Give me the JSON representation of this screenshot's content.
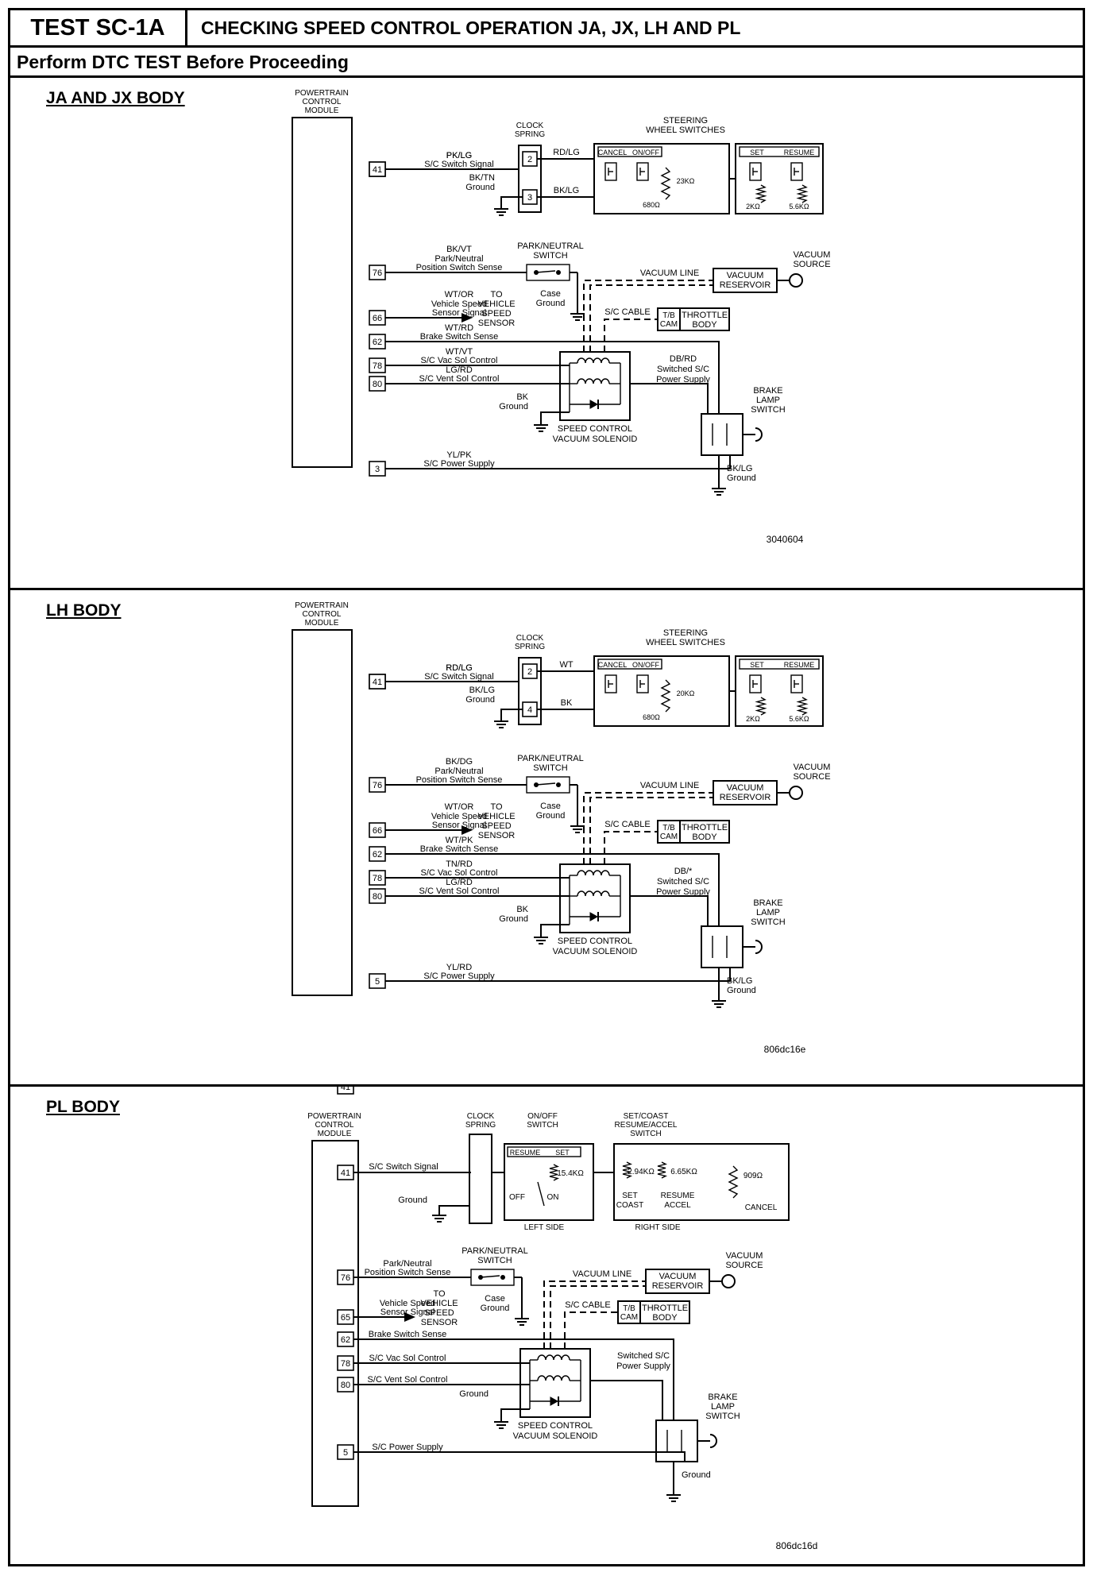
{
  "header": {
    "test_id": "TEST SC-1A",
    "title": "CHECKING SPEED CONTROL OPERATION JA, JX, LH AND PL",
    "instruction": "Perform DTC TEST Before Proceeding"
  },
  "diagrams": [
    {
      "title": "JA AND JX BODY",
      "figure_id": "3040604",
      "pcm": [
        "POWERTRAIN",
        "CONTROL",
        "MODULE"
      ],
      "clock_spring": [
        "CLOCK",
        "SPRING"
      ],
      "clock_pins": [
        "2",
        "3"
      ],
      "wheel_switches": [
        "STEERING",
        "WHEEL SWITCHES"
      ],
      "sw_labels": {
        "cancel": "CANCEL",
        "onoff": "ON/OFF",
        "set": "SET",
        "resume": "RESUME"
      },
      "resistors": {
        "r1": "680Ω",
        "r2": "23KΩ",
        "r3": "2KΩ",
        "r4": "5.6KΩ"
      },
      "wire_top": "RD/LG",
      "wire_bottom": "BK/LG",
      "ground_wire": [
        "BK/TN",
        "Ground"
      ],
      "pins": [
        {
          "pin": "41",
          "color": "PK/LG",
          "circuit": "S/C Switch Signal"
        },
        {
          "pin": "76",
          "color": "BK/VT",
          "circuit": "Park/Neutral Position Switch Sense"
        },
        {
          "pin": "66",
          "color": "WT/OR",
          "circuit": "Vehicle Speed Sensor Signal"
        },
        {
          "pin": "62",
          "color": "WT/RD",
          "circuit": "Brake Switch Sense"
        },
        {
          "pin": "78",
          "color": "WT/VT",
          "circuit": "S/C Vac Sol Control"
        },
        {
          "pin": "80",
          "color": "LG/RD",
          "circuit": "S/C Vent Sol Control"
        },
        {
          "pin": "3",
          "color": "YL/PK",
          "circuit": "S/C Power Supply"
        }
      ],
      "park_neutral": [
        "PARK/NEUTRAL",
        "SWITCH"
      ],
      "case_ground": [
        "Case",
        "Ground"
      ],
      "vss": [
        "TO",
        "VEHICLE",
        "SPEED",
        "SENSOR"
      ],
      "vacuum_line": "VACUUM LINE",
      "vacuum_reservoir": [
        "VACUUM",
        "RESERVOIR"
      ],
      "vacuum_source": [
        "VACUUM",
        "SOURCE"
      ],
      "sc_cable": "S/C CABLE",
      "tb_cam": [
        "T/B",
        "CAM"
      ],
      "throttle_body": [
        "THROTTLE",
        "BODY"
      ],
      "switched_supply": [
        "DB/RD",
        "Switched S/C",
        "Power Supply"
      ],
      "solenoid_ground": [
        "BK",
        "Ground"
      ],
      "solenoid": [
        "SPEED CONTROL",
        "VACUUM SOLENOID"
      ],
      "brake_lamp": [
        "BRAKE",
        "LAMP",
        "SWITCH"
      ],
      "brake_ground": [
        "BK/LG",
        "Ground"
      ]
    },
    {
      "title": "LH BODY",
      "figure_id": "806dc16e",
      "pcm": [
        "POWERTRAIN",
        "CONTROL",
        "MODULE"
      ],
      "clock_spring": [
        "CLOCK",
        "SPRING"
      ],
      "clock_pins": [
        "2",
        "4"
      ],
      "wheel_switches": [
        "STEERING",
        "WHEEL SWITCHES"
      ],
      "sw_labels": {
        "cancel": "CANCEL",
        "onoff": "ON/OFF",
        "set": "SET",
        "resume": "RESUME"
      },
      "resistors": {
        "r1": "680Ω",
        "r2": "20KΩ",
        "r3": "2KΩ",
        "r4": "5.6KΩ"
      },
      "wire_top": "WT",
      "wire_bottom": "BK",
      "ground_wire": [
        "BK/LG",
        "Ground"
      ],
      "pins": [
        {
          "pin": "41",
          "color": "RD/LG",
          "circuit": "S/C Switch Signal"
        },
        {
          "pin": "76",
          "color": "BK/DG",
          "circuit": "Park/Neutral Position Switch Sense"
        },
        {
          "pin": "66",
          "color": "WT/OR",
          "circuit": "Vehicle Speed Sensor Signal"
        },
        {
          "pin": "62",
          "color": "WT/PK",
          "circuit": "Brake Switch Sense"
        },
        {
          "pin": "78",
          "color": "TN/RD",
          "circuit": "S/C Vac Sol Control"
        },
        {
          "pin": "80",
          "color": "LG/RD",
          "circuit": "S/C Vent Sol Control"
        },
        {
          "pin": "5",
          "color": "YL/RD",
          "circuit": "S/C Power Supply"
        }
      ],
      "park_neutral": [
        "PARK/NEUTRAL",
        "SWITCH"
      ],
      "case_ground": [
        "Case",
        "Ground"
      ],
      "vss": [
        "TO",
        "VEHICLE",
        "SPEED",
        "SENSOR"
      ],
      "vacuum_line": "VACUUM LINE",
      "vacuum_reservoir": [
        "VACUUM",
        "RESERVOIR"
      ],
      "vacuum_source": [
        "VACUUM",
        "SOURCE"
      ],
      "sc_cable": "S/C CABLE",
      "tb_cam": [
        "T/B",
        "CAM"
      ],
      "throttle_body": [
        "THROTTLE",
        "BODY"
      ],
      "switched_supply": [
        "DB/*",
        "Switched S/C",
        "Power Supply"
      ],
      "solenoid_ground": [
        "BK",
        "Ground"
      ],
      "solenoid": [
        "SPEED CONTROL",
        "VACUUM SOLENOID"
      ],
      "brake_lamp": [
        "BRAKE",
        "LAMP",
        "SWITCH"
      ],
      "brake_ground": [
        "BK/LG",
        "Ground"
      ]
    },
    {
      "title": "PL BODY",
      "figure_id": "806dc16d",
      "pcm": [
        "POWERTRAIN",
        "CONTROL",
        "MODULE"
      ],
      "clock_spring": [
        "CLOCK",
        "SPRING"
      ],
      "onoff_switch": [
        "ON/OFF",
        "SWITCH"
      ],
      "onoff_labels": {
        "resume": "RESUME",
        "set": "SET",
        "off": "OFF",
        "on": "ON",
        "r": "15.4KΩ"
      },
      "left_side": "LEFT SIDE",
      "setcoast_switch": [
        "SET/COAST",
        "RESUME/ACCEL",
        "SWITCH"
      ],
      "setcoast_labels": {
        "r1": "2.94KΩ",
        "r2": "6.65KΩ",
        "r3": "909Ω",
        "set": "SET",
        "coast": "COAST",
        "resume": "RESUME",
        "accel": "ACCEL",
        "cancel": "CANCEL"
      },
      "right_side": "RIGHT SIDE",
      "ground_wire": [
        "Ground"
      ],
      "pins": [
        {
          "pin": "41",
          "circuit": "S/C Switch Signal"
        },
        {
          "pin": "76",
          "circuit": "Park/Neutral Position Switch Sense"
        },
        {
          "pin": "65",
          "circuit": "Vehicle Speed Sensor Signal"
        },
        {
          "pin": "62",
          "circuit": "Brake Switch Sense"
        },
        {
          "pin": "78",
          "circuit": "S/C Vac Sol Control"
        },
        {
          "pin": "80",
          "circuit": "S/C Vent Sol Control"
        },
        {
          "pin": "5",
          "circuit": "S/C Power Supply"
        }
      ],
      "park_neutral": [
        "PARK/NEUTRAL",
        "SWITCH"
      ],
      "case_ground": [
        "Case",
        "Ground"
      ],
      "vss": [
        "TO",
        "VEHICLE",
        "SPEED",
        "SENSOR"
      ],
      "vacuum_line": "VACUUM LINE",
      "vacuum_reservoir": [
        "VACUUM",
        "RESERVOIR"
      ],
      "vacuum_source": [
        "VACUUM",
        "SOURCE"
      ],
      "sc_cable": "S/C CABLE",
      "tb_cam": [
        "T/B",
        "CAM"
      ],
      "throttle_body": [
        "THROTTLE",
        "BODY"
      ],
      "switched_supply": [
        "Switched S/C",
        "Power Supply"
      ],
      "solenoid_ground": [
        "Ground"
      ],
      "solenoid": [
        "SPEED CONTROL",
        "VACUUM SOLENOID"
      ],
      "brake_lamp": [
        "BRAKE",
        "LAMP",
        "SWITCH"
      ],
      "brake_ground": [
        "Ground"
      ]
    }
  ]
}
